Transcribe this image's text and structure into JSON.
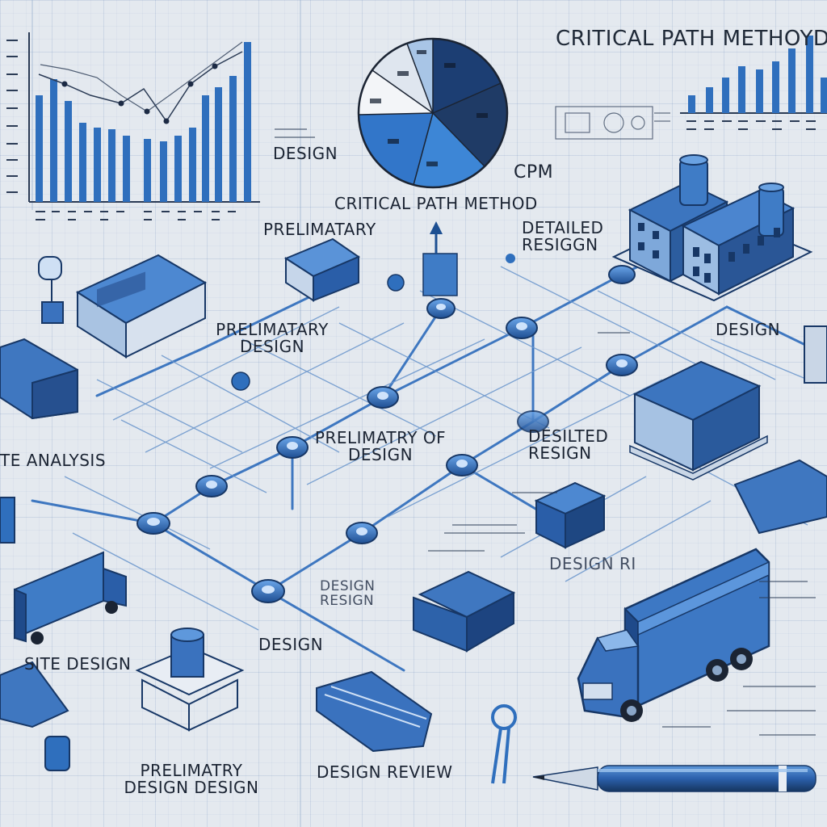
{
  "colors": {
    "paper": "#e4e9ef",
    "ink": "#1b2433",
    "accent": "#2f6fbd",
    "accent_dark": "#1c3e73",
    "accent_light": "#7fb0e6",
    "line": "#3e77c0"
  },
  "labels": {
    "title_main": "CRITICAL PATH METHOYD",
    "cpm": "CPM",
    "critical_path_method": "CRITICAL PATH METHOD",
    "design_top": "DESIGN",
    "prelimatary_top": "PRELIMATARY",
    "detailed_design_top": "DETAILED RESIGGN",
    "prelimatary_design": "PRELIMATARY DESIGN",
    "design_right": "DESIGN",
    "site_analysis": "TE ANALYSIS",
    "prelimatry_of_design": "PRELIMATRY OF DESIGN",
    "desilted_resign": "DESILTED RESIGN",
    "design_ri": "DESIGN RI",
    "design_resign": "DESIGN RESIGN",
    "design_mid": "DESIGN",
    "site_design": "SITE DESIGN",
    "prelimatry_design_design": "PRELIMATRY DESIGN DESIGN",
    "design_review": "DESIGN REVIEW"
  },
  "icons": {
    "pen": "pen-icon",
    "truck": "truck-icon",
    "building": "building-icon",
    "node": "node-icon",
    "arrow": "arrow-up-icon"
  }
}
